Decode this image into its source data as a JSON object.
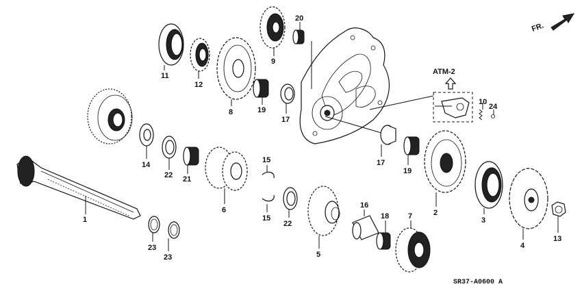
{
  "diagram": {
    "code": "SR37-A0600 A",
    "direction": "FR.",
    "reference": "ATM-2",
    "callouts": {
      "c1": "1",
      "c2": "2",
      "c3": "3",
      "c4": "4",
      "c5": "5",
      "c6": "6",
      "c7": "7",
      "c8": "8",
      "c9": "9",
      "c10": "10",
      "c11": "11",
      "c12": "12",
      "c13": "13",
      "c14": "14",
      "c15a": "15",
      "c15b": "15",
      "c16": "16",
      "c17a": "17",
      "c17b": "17",
      "c18": "18",
      "c19a": "19",
      "c19b": "19",
      "c20": "20",
      "c21": "21",
      "c22a": "22",
      "c22b": "22",
      "c23a": "23",
      "c23b": "23",
      "c24": "24"
    }
  }
}
